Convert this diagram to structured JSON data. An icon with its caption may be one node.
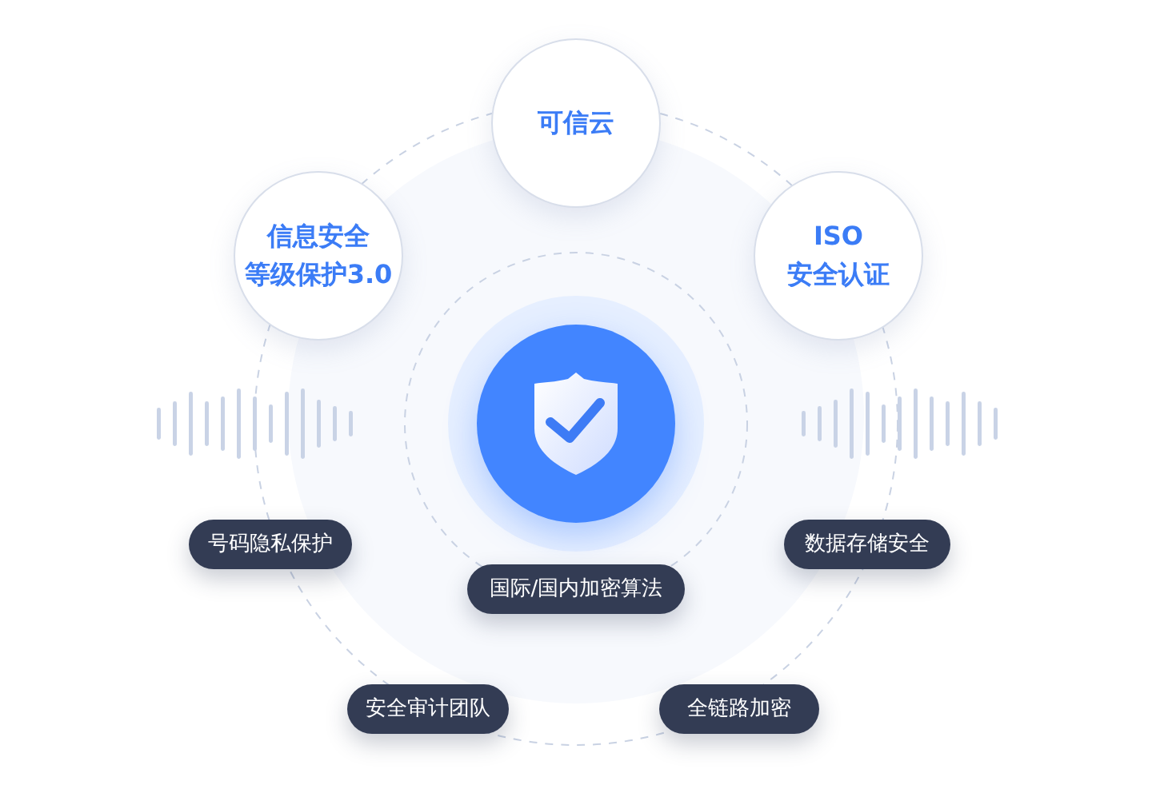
{
  "diagram": {
    "nodes": [
      {
        "text": [
          "可信云"
        ]
      },
      {
        "text": [
          "信息安全",
          "等级保护3.0"
        ]
      },
      {
        "text": [
          "ISO 安全认证"
        ]
      },
      {
        "text": [
          "号码隐私保护"
        ]
      },
      {
        "text": [
          "国际/国内加密算法"
        ]
      },
      {
        "text": [
          "数据存储安全"
        ]
      },
      {
        "text": [
          "安全审计团队"
        ]
      },
      {
        "text": [
          "全链路加密"
        ]
      }
    ]
  }
}
